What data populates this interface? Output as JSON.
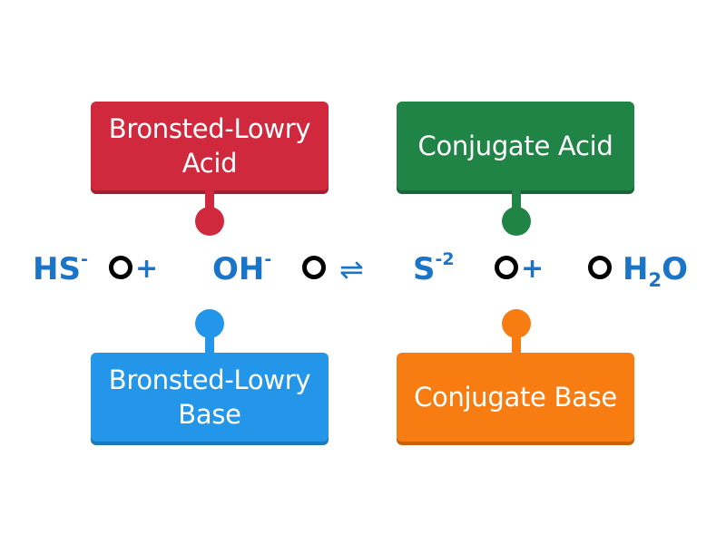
{
  "labels": {
    "acid": {
      "line1": "Bronsted-Lowry",
      "line2": "Acid",
      "color": "#d0283c",
      "shadow": "#a31f2f"
    },
    "conj_acid": {
      "line1": "Conjugate Acid",
      "color": "#1f8445",
      "shadow": "#176636"
    },
    "base": {
      "line1": "Bronsted-Lowry",
      "line2": "Base",
      "color": "#2496ea",
      "shadow": "#1c77bb"
    },
    "conj_base": {
      "line1": "Conjugate Base",
      "color": "#f77c12",
      "shadow": "#c8620b"
    }
  },
  "equation": {
    "hs": {
      "base": "HS",
      "sup": "-"
    },
    "plus1": "+",
    "oh": {
      "base": "OH",
      "sup": "-"
    },
    "arrow": "⇌",
    "s": {
      "base": "S",
      "sup": "-2"
    },
    "plus2": "+",
    "h2o": {
      "pre": "H",
      "sub": "2",
      "post": "O"
    }
  },
  "colors": {
    "equation_text": "#1a75c9",
    "ring": "#000000"
  }
}
